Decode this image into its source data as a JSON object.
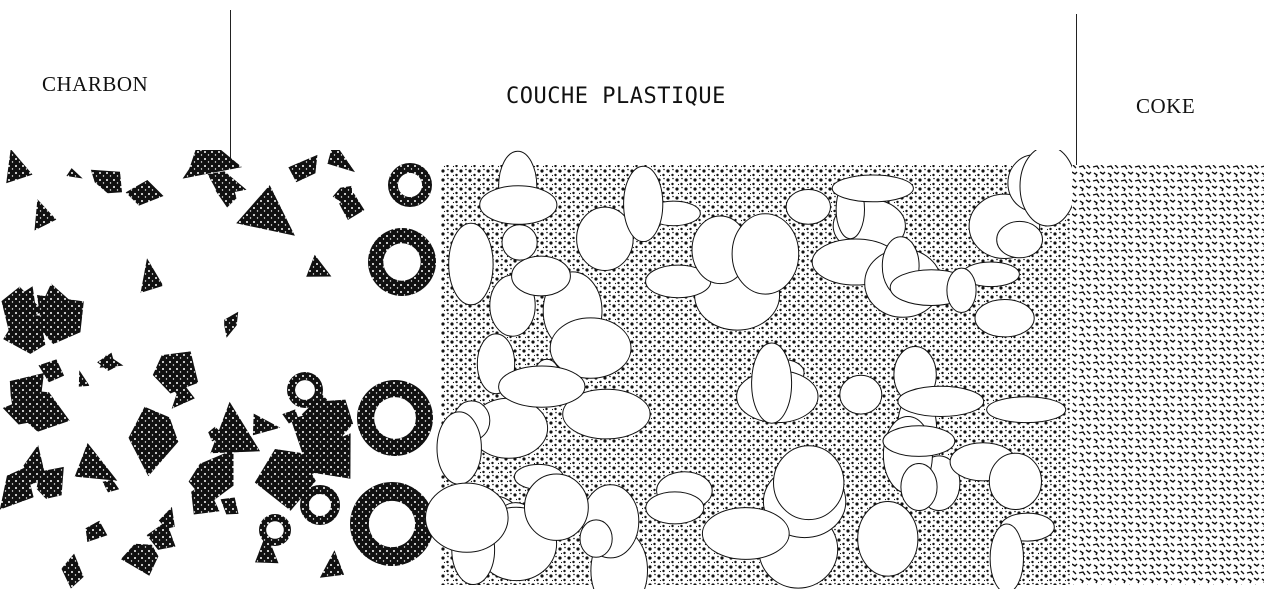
{
  "labels": {
    "charbon": "CHARBON",
    "couche_plastique": "COUCHE PLASTIQUE",
    "coke": "COKE"
  },
  "colors": {
    "ink": "#111111",
    "background": "#ffffff"
  }
}
